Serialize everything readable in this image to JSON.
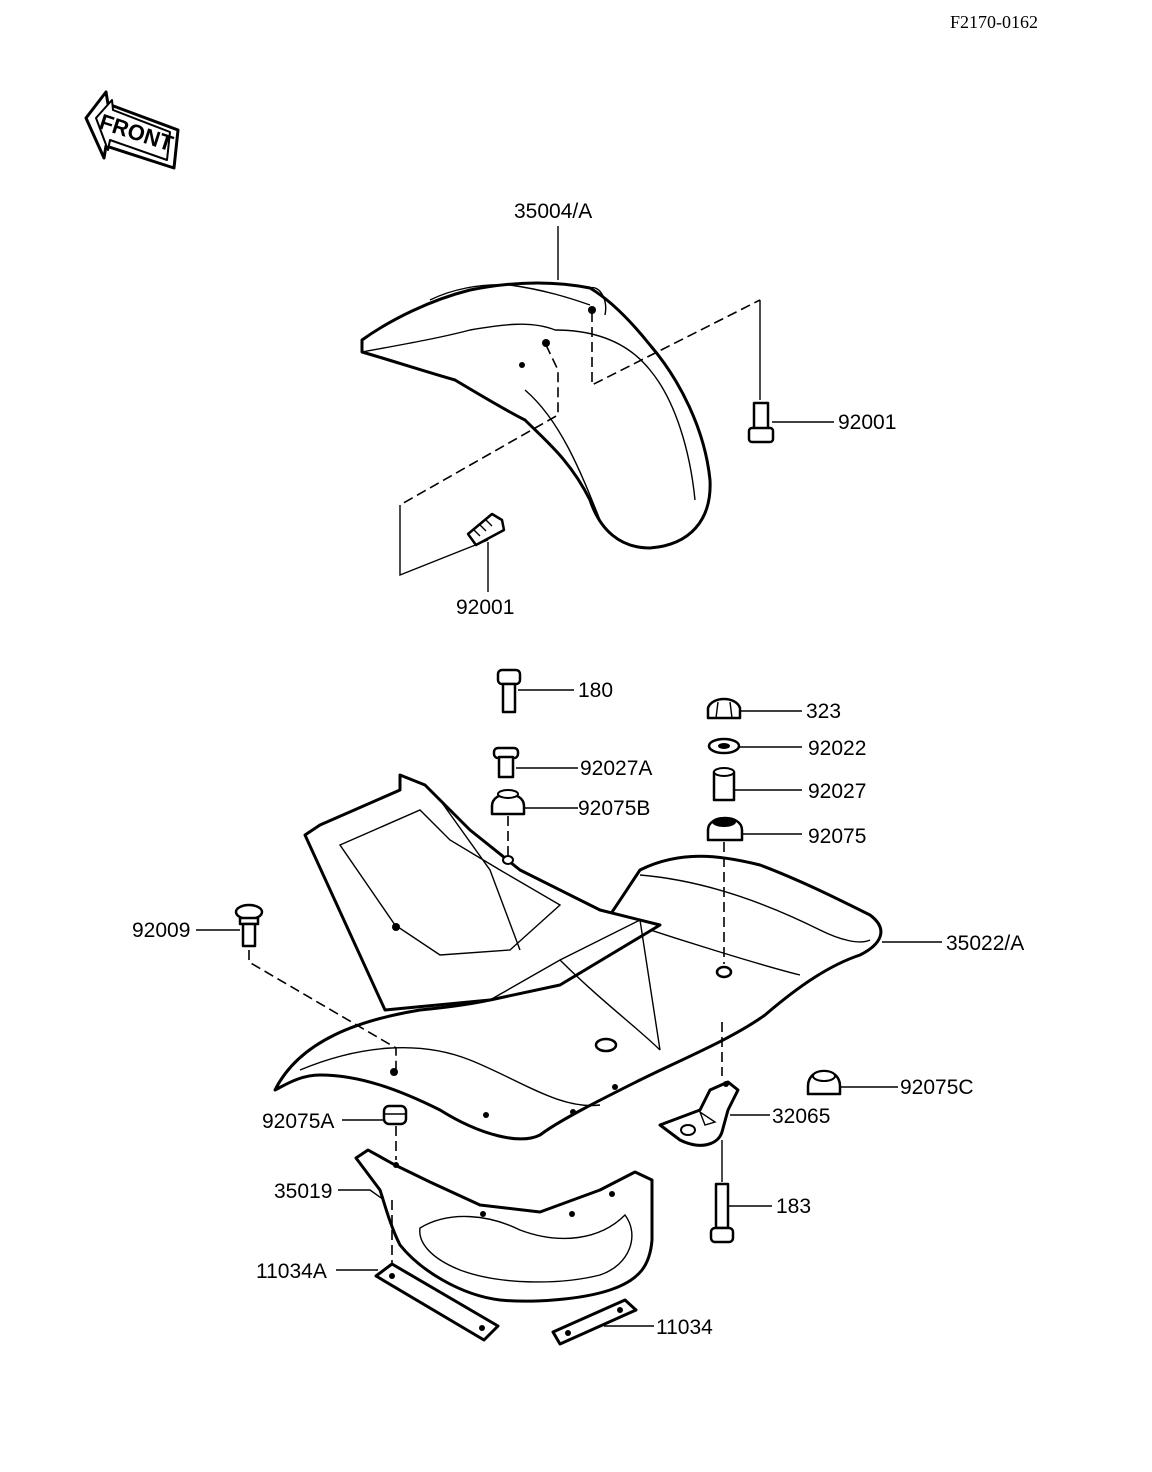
{
  "document_id": "F2170-0162",
  "front_arrow": {
    "label": "FRONT",
    "icon": "front-direction-arrow-icon"
  },
  "parts": [
    {
      "number": "35004/A"
    },
    {
      "number": "92001"
    },
    {
      "number": "92001"
    },
    {
      "number": "180"
    },
    {
      "number": "323"
    },
    {
      "number": "92022"
    },
    {
      "number": "92027A"
    },
    {
      "number": "92027"
    },
    {
      "number": "92075B"
    },
    {
      "number": "92075"
    },
    {
      "number": "92009"
    },
    {
      "number": "35022/A"
    },
    {
      "number": "92075C"
    },
    {
      "number": "92075A"
    },
    {
      "number": "32065"
    },
    {
      "number": "35019"
    },
    {
      "number": "183"
    },
    {
      "number": "11034A"
    },
    {
      "number": "11034"
    }
  ]
}
